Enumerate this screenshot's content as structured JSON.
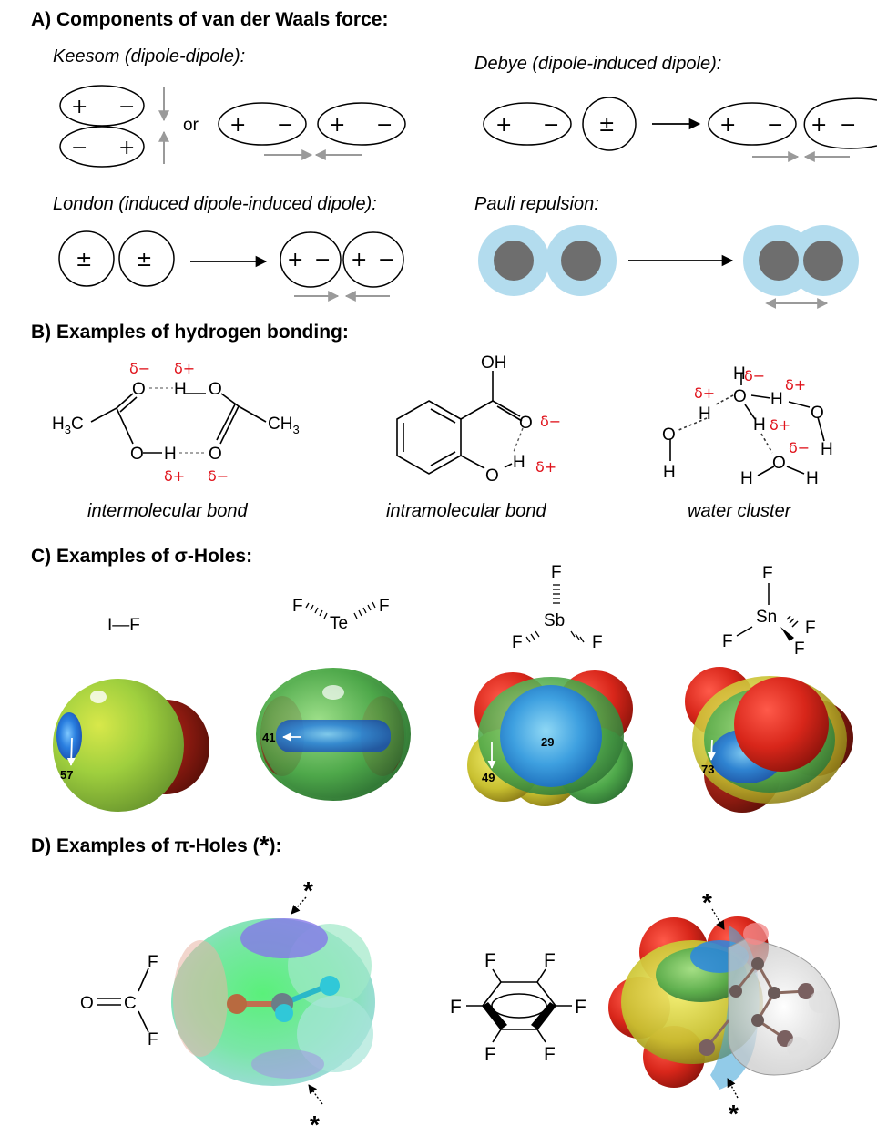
{
  "sections": {
    "a_title": "A) Components of van der Waals force:",
    "b_title": "B) Examples of hydrogen bonding:",
    "c_title": "C) Examples of σ-Holes:",
    "d_title": "D) Examples of π-Holes (",
    "d_star": "*",
    "d_close": "):"
  },
  "panel_a": {
    "keesom": "Keesom (dipole-dipole):",
    "debye": "Debye (dipole-induced dipole):",
    "london": "London (induced dipole-induced dipole):",
    "pauli": "Pauli repulsion:",
    "or": "or",
    "plus": "+",
    "minus": "−",
    "plusminus": "±"
  },
  "panel_b": {
    "captions": [
      "intermolecular bond",
      "intramolecular bond",
      "water cluster"
    ],
    "delta_minus": "δ−",
    "delta_plus": "δ+",
    "atoms": {
      "O": "O",
      "H": "H",
      "OH": "OH",
      "CH3": "CH",
      "H3C": "H",
      "C": "C",
      "sub3": "3"
    }
  },
  "panel_c": {
    "molecules": [
      "I—F",
      "Te",
      "Sb",
      "Sn"
    ],
    "fluorine": "F",
    "values": [
      "57",
      "41",
      "29",
      "49",
      "73"
    ]
  },
  "panel_d": {
    "star": "*",
    "atoms": {
      "O": "O",
      "C": "C",
      "F": "F"
    }
  },
  "colors": {
    "delta": "#e0141c",
    "arrow_grey": "#9a9a9a",
    "pauli_halo": "#b3dcee",
    "pauli_core": "#6e6e6e"
  }
}
